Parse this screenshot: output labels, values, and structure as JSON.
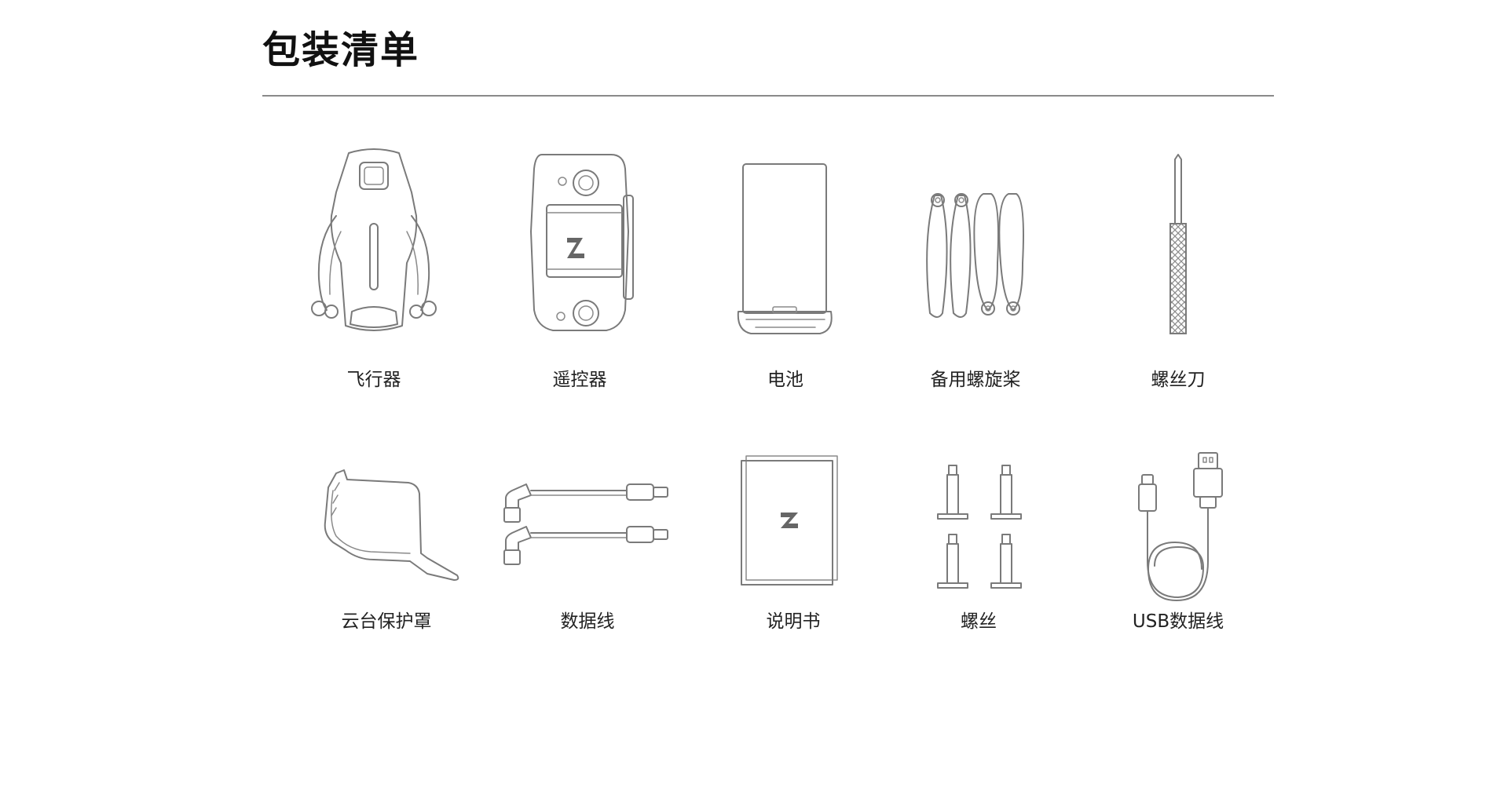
{
  "title": "包装清单",
  "items": [
    {
      "label": "飞行器",
      "icon": "drone-icon"
    },
    {
      "label": "遥控器",
      "icon": "remote-controller-icon"
    },
    {
      "label": "电池",
      "icon": "battery-icon"
    },
    {
      "label": "备用螺旋桨",
      "icon": "propellers-icon"
    },
    {
      "label": "螺丝刀",
      "icon": "screwdriver-icon"
    },
    {
      "label": "云台保护罩",
      "icon": "gimbal-cover-icon"
    },
    {
      "label": "数据线",
      "icon": "data-cables-icon"
    },
    {
      "label": "说明书",
      "icon": "manual-icon"
    },
    {
      "label": "螺丝",
      "icon": "screws-icon"
    },
    {
      "label": "USB数据线",
      "icon": "usb-cable-icon"
    }
  ]
}
